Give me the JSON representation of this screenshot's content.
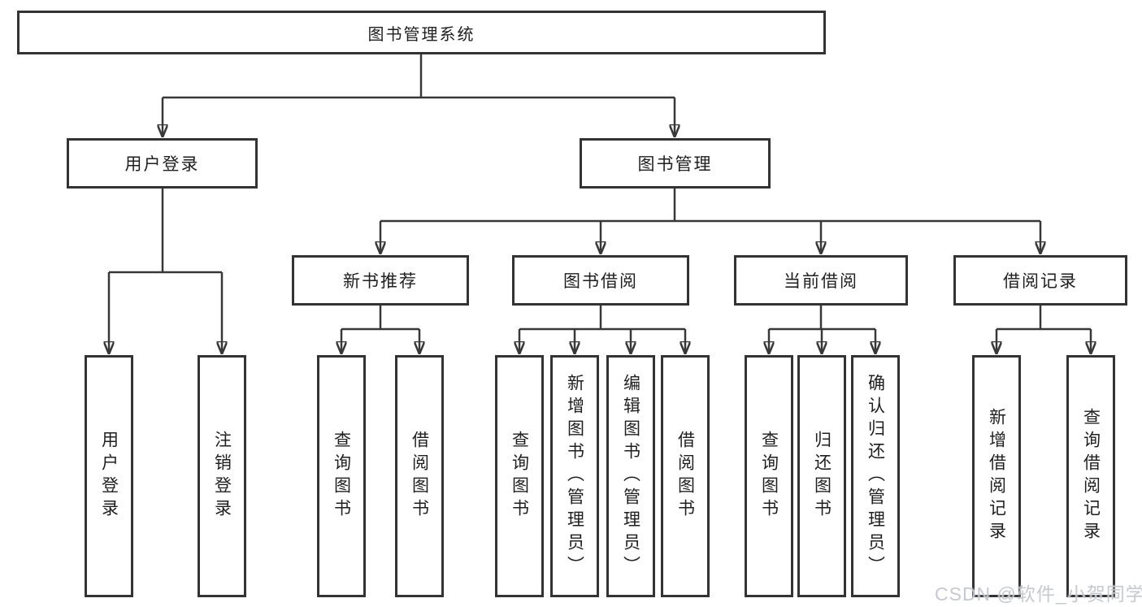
{
  "tree": {
    "root": "图书管理系统",
    "children": [
      {
        "label": "用户登录",
        "children": [
          {
            "label": "用户登录"
          },
          {
            "label": "注销登录"
          }
        ]
      },
      {
        "label": "图书管理",
        "children": [
          {
            "label": "新书推荐",
            "children": [
              {
                "label": "查询图书"
              },
              {
                "label": "借阅图书"
              }
            ]
          },
          {
            "label": "图书借阅",
            "children": [
              {
                "label": "查询图书"
              },
              {
                "label": "新增图书（管理员）"
              },
              {
                "label": "编辑图书（管理员）"
              },
              {
                "label": "借阅图书"
              }
            ]
          },
          {
            "label": "当前借阅",
            "children": [
              {
                "label": "查询图书"
              },
              {
                "label": "归还图书"
              },
              {
                "label": "确认归还（管理员）"
              }
            ]
          },
          {
            "label": "借阅记录",
            "children": [
              {
                "label": "新增借阅记录"
              },
              {
                "label": "查询借阅记录"
              }
            ]
          }
        ]
      }
    ]
  },
  "watermark": {
    "text": "CSDN @软件_小贺同学"
  },
  "colors": {
    "line": "#383838",
    "border": "#333333",
    "text": "#1f1f1f",
    "background": "#ffffff",
    "watermark": "#c3c7cd"
  }
}
